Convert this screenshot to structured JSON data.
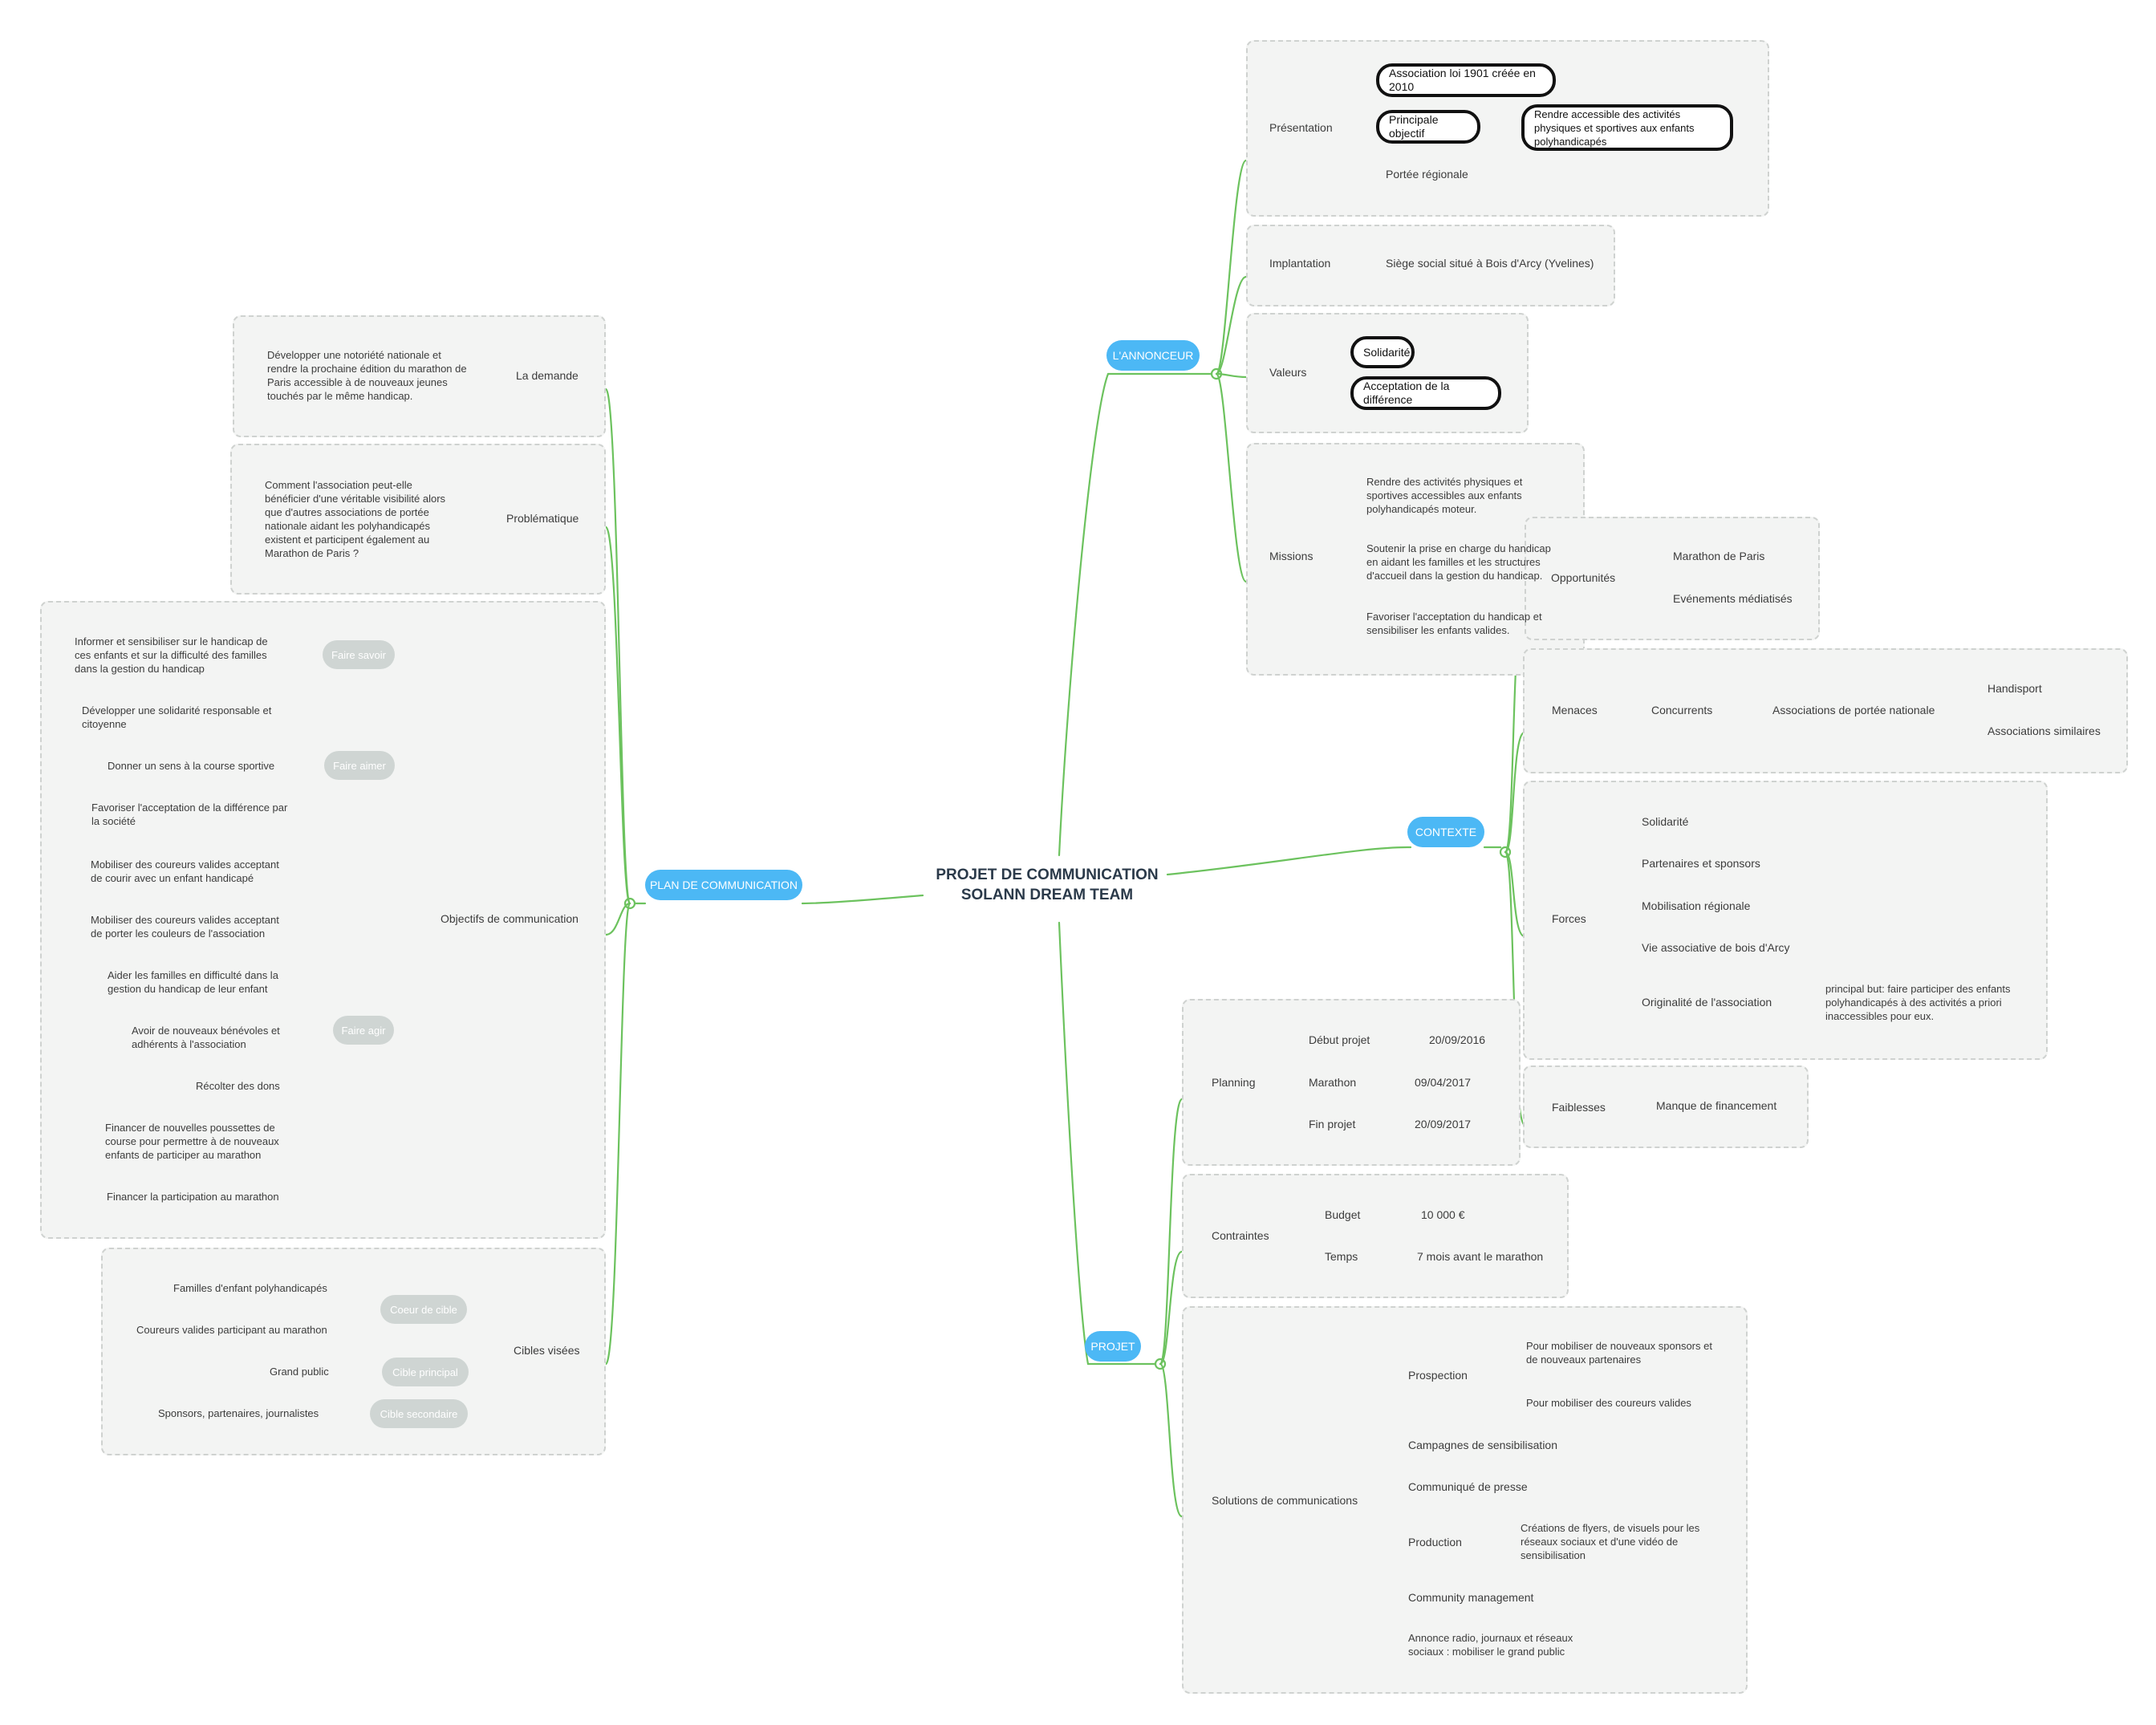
{
  "root": {
    "line1": "PROJET DE COMMUNICATION",
    "line2": "SOLANN DREAM TEAM"
  },
  "annonceur": {
    "title": "L'ANNONCEUR",
    "presentation": {
      "label": "Présentation",
      "assoc": "Association loi 1901 créée en 2010",
      "objectif": "Principale objectif",
      "objectif_detail": "Rendre accessible des activités physiques et sportives aux enfants polyhandicapés",
      "portee": "Portée régionale"
    },
    "implantation": {
      "label": "Implantation",
      "siege": "Siège social situé à Bois d'Arcy (Yvelines)"
    },
    "valeurs": {
      "label": "Valeurs",
      "items": [
        "Solidarité",
        "Acceptation de la différence"
      ]
    },
    "missions": {
      "label": "Missions",
      "items": [
        "Rendre des activités physiques et sportives accessibles aux enfants polyhandicapés moteur.",
        "Soutenir la prise en charge du handicap en aidant les familles et les structures d'accueil dans la gestion du handicap.",
        "Favoriser l'acceptation du handicap et sensibiliser les enfants valides."
      ]
    }
  },
  "contexte": {
    "title": "CONTEXTE",
    "opportunites": {
      "label": "Opportunités",
      "items": [
        "Marathon de Paris",
        "Evénements médiatisés"
      ]
    },
    "menaces": {
      "label": "Menaces",
      "concurrents": "Concurrents",
      "assoc_nat": "Associations de portée nationale",
      "items": [
        "Handisport",
        "Associations similaires"
      ]
    },
    "forces": {
      "label": "Forces",
      "items": [
        "Solidarité",
        "Partenaires et sponsors",
        "Mobilisation régionale",
        "Vie associative de bois d'Arcy",
        "Originalité de l'association"
      ],
      "originalite_detail": "principal but: faire participer des enfants polyhandicapés à des activités a priori inaccessibles pour eux."
    },
    "faiblesses": {
      "label": "Faiblesses",
      "item": "Manque de financement"
    }
  },
  "projet": {
    "title": "PROJET",
    "planning": {
      "label": "Planning",
      "rows": [
        {
          "k": "Début projet",
          "v": "20/09/2016"
        },
        {
          "k": "Marathon",
          "v": "09/04/2017"
        },
        {
          "k": "Fin projet",
          "v": "20/09/2017"
        }
      ]
    },
    "contraintes": {
      "label": "Contraintes",
      "rows": [
        {
          "k": "Budget",
          "v": "10 000 €"
        },
        {
          "k": "Temps",
          "v": "7 mois avant le marathon"
        }
      ]
    },
    "solutions": {
      "label": "Solutions de communications",
      "prospection": "Prospection",
      "prospection_items": [
        "Pour mobiliser de nouveaux sponsors et de nouveaux partenaires",
        "Pour mobiliser des coureurs valides"
      ],
      "campagnes": "Campagnes de sensibilisation",
      "communique": "Communiqué de presse",
      "production": "Production",
      "production_detail": "Créations de flyers, de visuels pour les réseaux sociaux et d'une vidéo de sensibilisation",
      "community": "Community management",
      "annonce": "Annonce radio, journaux et réseaux sociaux : mobiliser le grand public"
    }
  },
  "plan": {
    "title": "PLAN DE COMMUNICATION",
    "demande": {
      "label": "La demande",
      "text": "Développer une notoriété nationale et rendre la prochaine édition du marathon de Paris accessible à de nouveaux jeunes touchés par le même handicap."
    },
    "problematique": {
      "label": "Problématique",
      "text": "Comment l'association peut-elle bénéficier d'une véritable visibilité alors que d'autres associations de portée nationale aidant les polyhandicapés existent et participent également au Marathon de Paris ?"
    },
    "objectifs": {
      "label": "Objectifs de communication",
      "faire_savoir": "Faire savoir",
      "fs_items": [
        "Informer et sensibiliser sur le handicap de ces enfants et sur la difficulté des familles dans la gestion du handicap"
      ],
      "faire_aimer": "Faire aimer",
      "fa_items": [
        "Développer une solidarité responsable et citoyenne",
        "Donner un sens à la course sportive",
        "Favoriser l'acceptation de la différence par la société"
      ],
      "faire_agir": "Faire agir",
      "fg_items": [
        "Mobiliser des coureurs valides acceptant de courir avec un enfant handicapé",
        "Mobiliser des coureurs valides acceptant de porter les couleurs de l'association",
        "Aider les familles en difficulté dans la gestion du handicap de leur enfant",
        "Avoir de nouveaux bénévoles et adhérents à l'association",
        "Récolter des dons",
        "Financer de nouvelles poussettes de course pour permettre à de nouveaux enfants de participer au marathon",
        "Financer la participation au marathon"
      ]
    },
    "cibles": {
      "label": "Cibles visées",
      "coeur": "Coeur de cible",
      "coeur_items": [
        "Familles d'enfant polyhandicapés",
        "Coureurs valides participant au marathon"
      ],
      "principal": "Cible principal",
      "principal_item": "Grand public",
      "secondaire": "Cible secondaire",
      "secondaire_item": "Sponsors, partenaires, journalistes"
    }
  },
  "colors": {
    "branch": "#6cc25e",
    "topic": "#4cb8f5",
    "group": "#cfd5d3",
    "panel": "#f3f4f3"
  }
}
